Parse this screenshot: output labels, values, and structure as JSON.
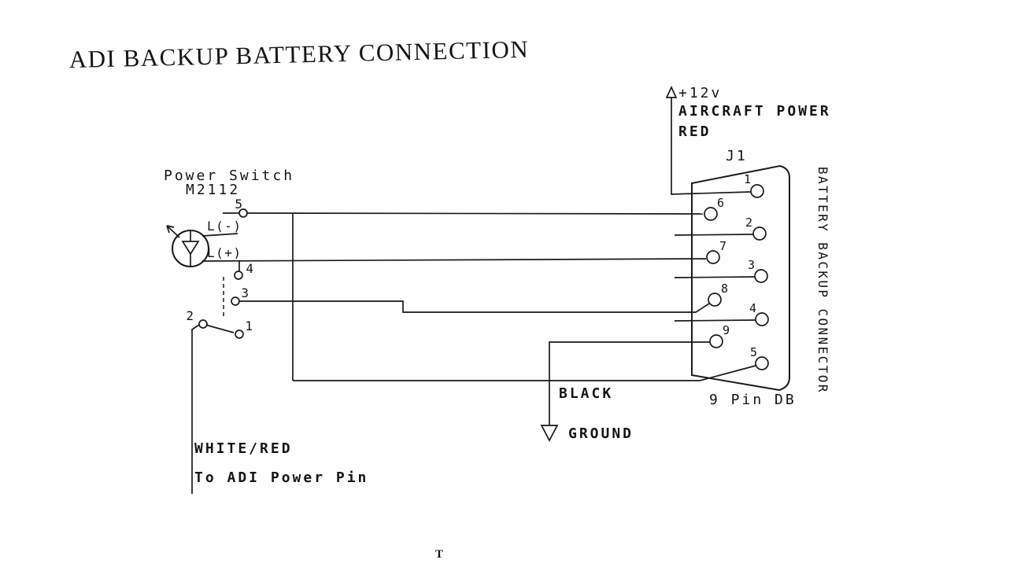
{
  "title": "ADI BACKUP BATTERY CONNECTION",
  "aircraft_power": {
    "voltage": "+12v",
    "label": "AIRCRAFT POWER",
    "wire_color": "RED"
  },
  "db9": {
    "designator": "J1",
    "name": "BATTERY BACKUP CONNECTOR",
    "type": "9 Pin DB",
    "pin_numbers": [
      "1",
      "2",
      "3",
      "4",
      "5",
      "6",
      "7",
      "8",
      "9"
    ]
  },
  "power_switch": {
    "name": "Power Switch",
    "part": "M2112",
    "terminals": {
      "t5": "5",
      "t4": "4",
      "t3": "3",
      "t1": "1",
      "t2": "2"
    },
    "lamp_minus": "L(-)",
    "lamp_plus": "L(+)"
  },
  "ground": {
    "wire_color": "BLACK",
    "label": "GROUND"
  },
  "adi": {
    "wire_color": "WHITE/RED",
    "label": "To ADI Power Pin"
  },
  "page_mark": "T",
  "colors": {
    "ink": "#1a1a1a",
    "paper": "#ffffff"
  }
}
